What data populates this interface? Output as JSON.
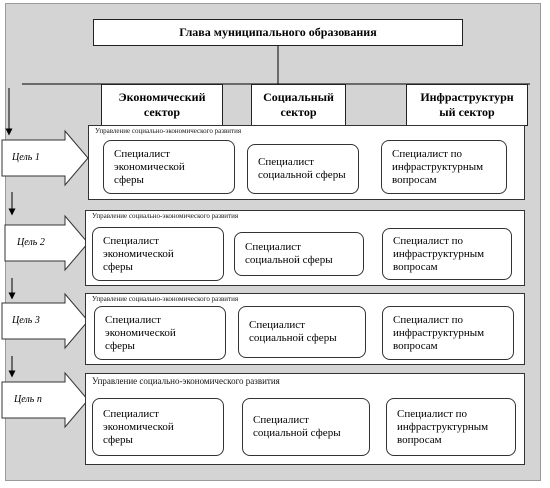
{
  "head": "Глава муниципального образования",
  "sectors": [
    "Экономический сектор",
    "Социальный сектор",
    "Инфраструктурный сектор"
  ],
  "sector_lines": [
    [
      "Экономический",
      "сектор"
    ],
    [
      "Социальный",
      "сектор"
    ],
    [
      "Инфраструктурн",
      "ый  сектор"
    ]
  ],
  "rows": [
    {
      "goal": "Цель 1",
      "title": "Управление социально-экономического развития",
      "specialists": [
        [
          "Специалист",
          "экономической",
          "сферы"
        ],
        [
          "Специалист",
          "социальной сферы"
        ],
        [
          "Специалист по",
          "инфраструктурным",
          "вопросам"
        ]
      ]
    },
    {
      "goal": "Цель 2",
      "title": "Управление социально-экономического развития",
      "specialists": [
        [
          "Специалист",
          "экономической",
          "сферы"
        ],
        [
          "Специалист",
          "социальной сферы"
        ],
        [
          "Специалист по",
          "инфраструктурным",
          "вопросам"
        ]
      ]
    },
    {
      "goal": "Цель 3",
      "title": "Управление социально-экономического развития",
      "specialists": [
        [
          "Специалист",
          "экономической",
          "сферы"
        ],
        [
          "Специалист",
          "социальной сферы"
        ],
        [
          "Специалист по",
          "инфраструктурным",
          "вопросам"
        ]
      ]
    },
    {
      "goal": "Цель n",
      "title": "Управление социально-экономического развития",
      "specialists": [
        [
          "Специалист",
          "экономической",
          "сферы"
        ],
        [
          "Специалист",
          "социальной сферы"
        ],
        [
          "Специалист по",
          "инфраструктурным",
          "вопросам"
        ]
      ]
    }
  ]
}
